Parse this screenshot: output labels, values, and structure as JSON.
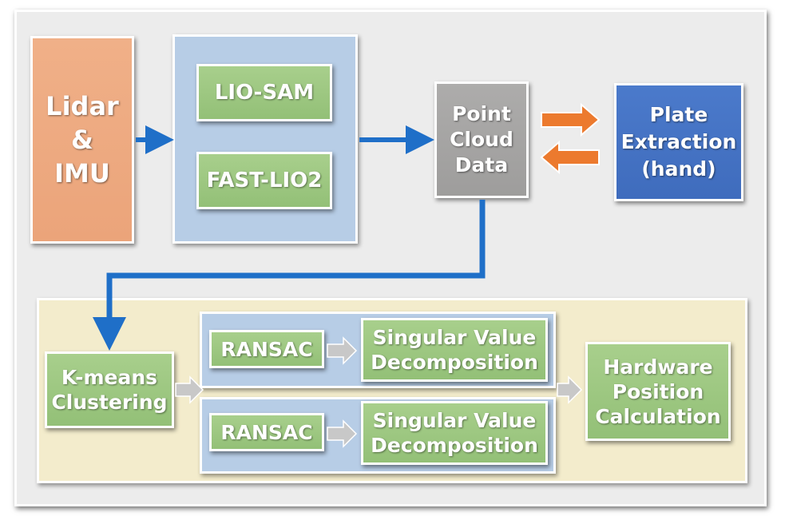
{
  "nodes": {
    "lidar_imu": "Lidar\n&\nIMU",
    "lio_sam": "LIO-SAM",
    "fast_lio2": "FAST-LIO2",
    "point_cloud": "Point\nCloud\nData",
    "plate_extraction": "Plate\nExtraction\n(hand)",
    "kmeans": "K-means\nClustering",
    "ransac_1": "RANSAC",
    "svd_1": "Singular Value\nDecomposition",
    "ransac_2": "RANSAC",
    "svd_2": "Singular Value\nDecomposition",
    "hardware": "Hardware\nPosition\nCalculation"
  },
  "colors": {
    "sensor_box": "#eea97e",
    "slam_panel": "#b7cde6",
    "method_box": "#9dc883",
    "point_cloud_box": "#a6a5a4",
    "plate_box": "#4472c4",
    "processing_panel": "#f3eccc",
    "blue_arrow": "#1f6fc8",
    "orange_arrow": "#ec7a2e",
    "gray_arrow": "#c8c8c8"
  }
}
